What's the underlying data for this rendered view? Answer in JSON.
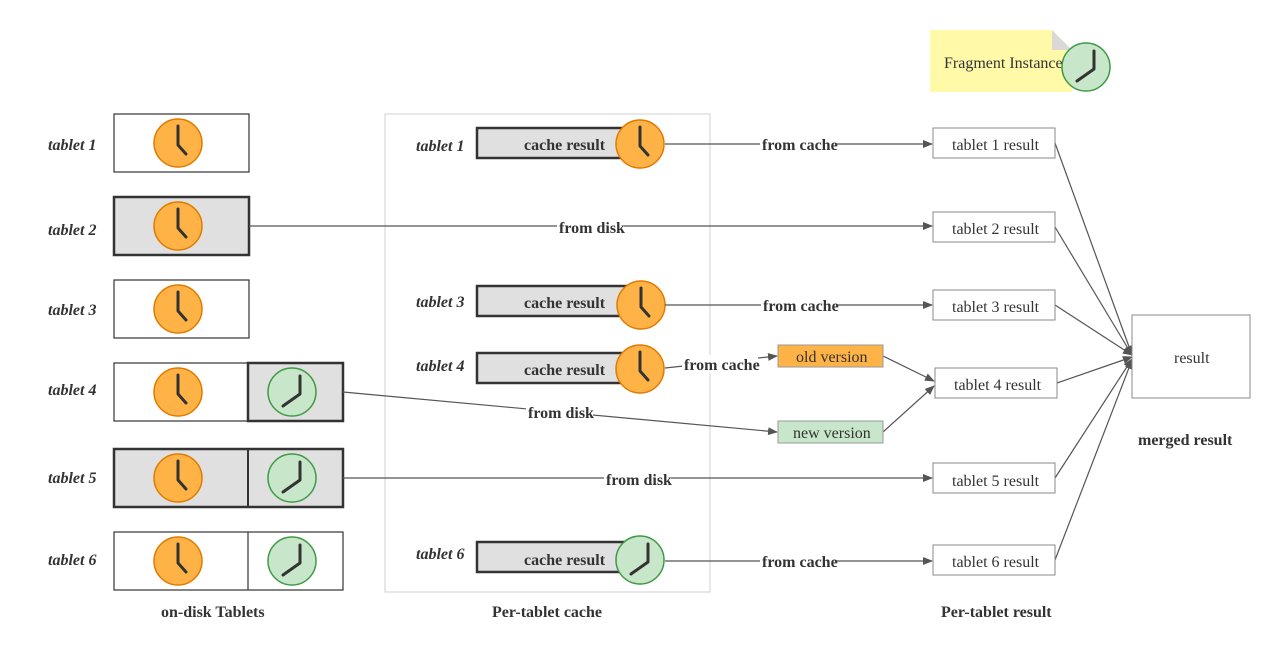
{
  "legend": {
    "label": "Fragment Instance",
    "note_color": "#fff9a8"
  },
  "tablet_labels": [
    "tablet 1",
    "tablet 2",
    "tablet 3",
    "tablet 4",
    "tablet 5",
    "tablet 6"
  ],
  "cache_labels": [
    "tablet 1",
    "tablet 3",
    "tablet 4",
    "tablet 6"
  ],
  "cache_box_label": "cache result",
  "results": [
    "tablet 1 result",
    "tablet 2 result",
    "tablet 3 result",
    "tablet 4 result",
    "tablet 5 result",
    "tablet 6 result"
  ],
  "edges": {
    "from_cache": "from cache",
    "from_disk": "from disk"
  },
  "versions": {
    "old": "old version",
    "new": "new version"
  },
  "merged": {
    "box": "result",
    "caption": "merged result"
  },
  "sections": {
    "disk": "on-disk Tablets",
    "cache": "Per-tablet cache",
    "result": "Per-tablet result"
  },
  "colors": {
    "clock_old": "#ffb347",
    "clock_old_stroke": "#e07b00",
    "clock_new": "#c8e6c9",
    "clock_new_stroke": "#3e9b44",
    "old_version": "#ffb347",
    "new_version": "#c8e6c9",
    "highlight_fill": "#e0e0e0"
  },
  "icons": {
    "clock": "clock-icon"
  }
}
